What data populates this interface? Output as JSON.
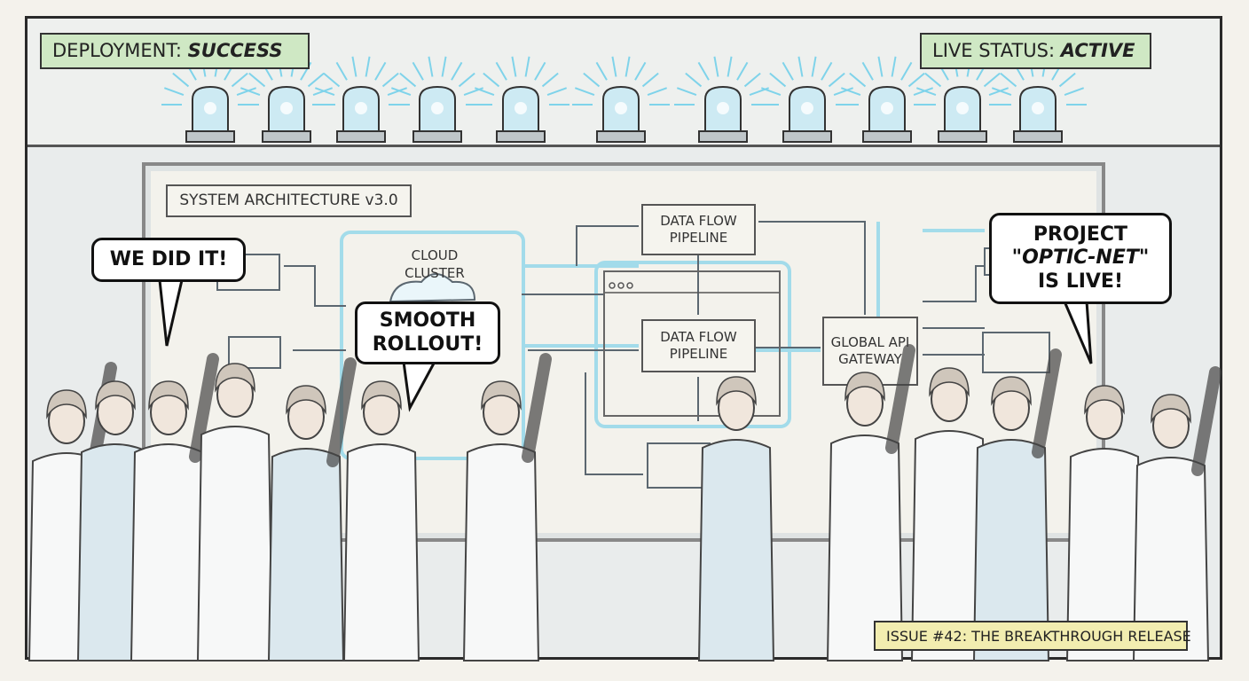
{
  "status_badges": {
    "deployment_label": "DEPLOYMENT:",
    "deployment_value": "SUCCESS",
    "live_label": "LIVE STATUS:",
    "live_value": "ACTIVE"
  },
  "whiteboard": {
    "title": "SYSTEM ARCHITECTURE v3.0",
    "cloud_cluster": "CLOUD CLUSTER",
    "pipeline_top": "DATA FLOW PIPELINE",
    "pipeline_middle": "DATA FLOW PIPELINE",
    "gateway": "GLOBAL API GATEWAY"
  },
  "speech": {
    "left": "WE DID IT!",
    "center": "SMOOTH ROLLOUT!",
    "right_line1": "PROJECT",
    "right_line2": "\"OPTIC-NET\"",
    "right_line3": "IS LIVE!"
  },
  "caption": "ISSUE #42: THE BREAKTHROUGH RELEASE",
  "colors": {
    "glow": "#7fd3ea",
    "badge_green": "#cfe8c4",
    "caption_yellow": "#f2edb0",
    "ink": "#222222"
  },
  "icons": [
    "siren-light",
    "cloud-icon",
    "window-dots-icon"
  ]
}
